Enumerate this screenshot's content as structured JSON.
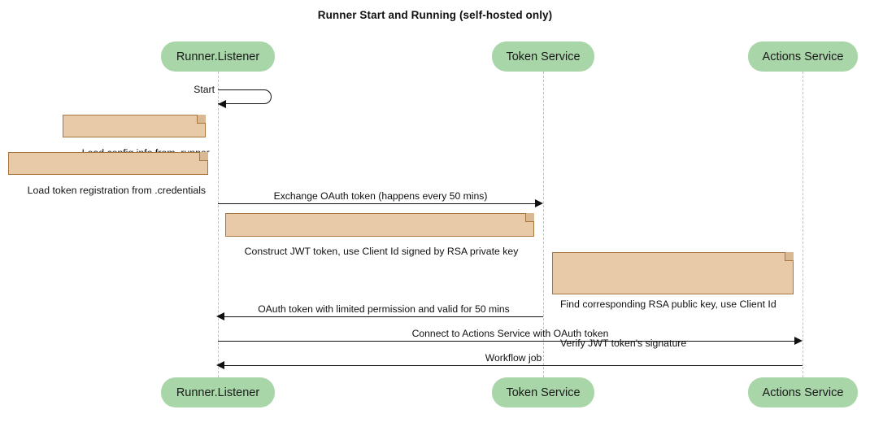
{
  "diagram": {
    "type": "sequence-diagram",
    "title": "Runner Start and Running (self-hosted only)",
    "colors": {
      "participant_fill": "#a9d6a9",
      "note_fill": "#e8c9a8",
      "note_border": "#a8763f",
      "line": "#111111",
      "lifeline": "#bfbfbf",
      "background": "#ffffff"
    },
    "participants": [
      {
        "id": "runner",
        "label": "Runner.Listener"
      },
      {
        "id": "token",
        "label": "Token Service"
      },
      {
        "id": "actions",
        "label": "Actions Service"
      }
    ],
    "messages": [
      {
        "id": "m1",
        "label": "Start",
        "from": "runner",
        "to": "runner",
        "kind": "self"
      },
      {
        "id": "m2",
        "label": "Exchange OAuth token (happens every 50 mins)",
        "from": "runner",
        "to": "token",
        "kind": "sync",
        "direction": "right"
      },
      {
        "id": "m3",
        "label": "OAuth token with limited permission and valid for 50 mins",
        "from": "token",
        "to": "runner",
        "kind": "sync",
        "direction": "left"
      },
      {
        "id": "m4",
        "label": "Connect to Actions Service with OAuth token",
        "from": "runner",
        "to": "actions",
        "kind": "sync",
        "direction": "right"
      },
      {
        "id": "m5",
        "label": "Workflow job",
        "from": "actions",
        "to": "runner",
        "kind": "sync",
        "direction": "left"
      }
    ],
    "notes": [
      {
        "id": "n1",
        "text": "Load config info from .runner",
        "attached_to": "runner"
      },
      {
        "id": "n2",
        "text": "Load token registration from .credentials",
        "attached_to": "runner"
      },
      {
        "id": "n3",
        "text": "Construct JWT token, use Client Id signed by RSA private key",
        "attached_to": "runner"
      },
      {
        "id": "n4",
        "line1": "Find corresponding RSA public key, use Client Id",
        "line2": "Verify JWT token's signature",
        "attached_to": "token"
      }
    ]
  }
}
